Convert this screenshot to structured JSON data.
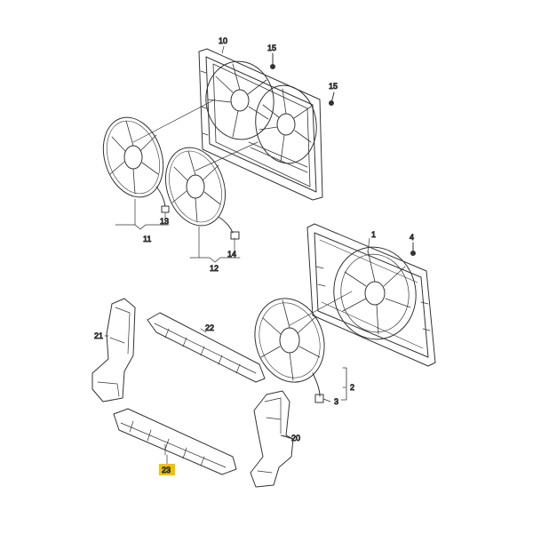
{
  "diagram": {
    "highlight_color": "#f2c200",
    "line_color": "#333333",
    "callouts": {
      "c1": "1",
      "c2": "2",
      "c3": "3",
      "c4": "4",
      "c10": "10",
      "c11": "11",
      "c12": "12",
      "c13": "13",
      "c14": "14",
      "c15a": "15",
      "c15b": "15",
      "c20": "20",
      "c21": "21",
      "c22": "22",
      "c23": "23"
    }
  }
}
